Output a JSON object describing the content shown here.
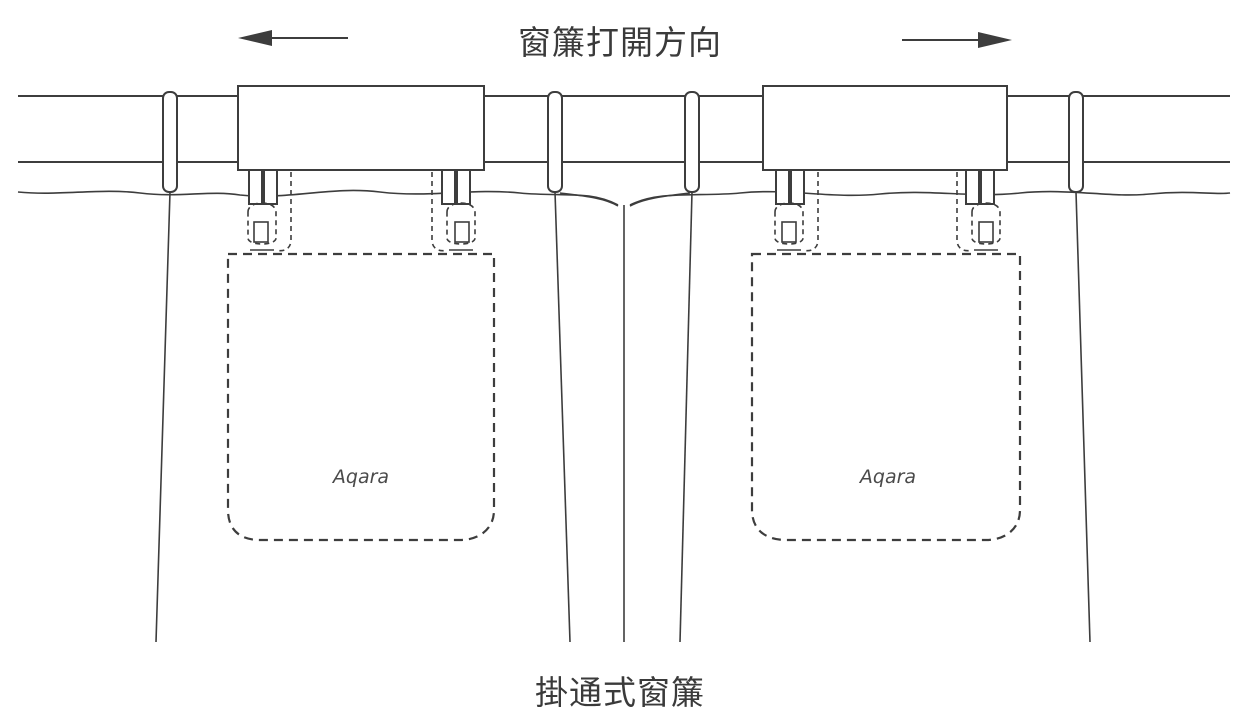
{
  "diagram": {
    "title_top": "窗簾打開方向",
    "title_bottom": "掛通式窗簾",
    "left_device_logo": "Aqara",
    "right_device_logo": "Aqara",
    "left_arrow_icon": "arrow-left-icon",
    "right_arrow_icon": "arrow-right-icon",
    "line_color": "#3d3d3d"
  }
}
